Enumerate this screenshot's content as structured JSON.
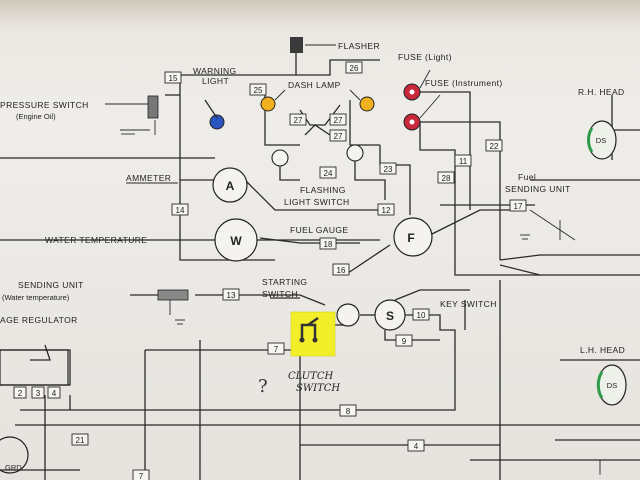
{
  "labels": {
    "flasher": "FLASHER",
    "fuse_light": "FUSE (Light)",
    "fuse_instrument": "FUSE (Instrument)",
    "warning_light_1": "WARNING",
    "warning_light_2": "LIGHT",
    "dash_lamp": "DASH LAMP",
    "pressure_switch": "PRESSURE SWITCH",
    "engine_oil": "(Engine Oil)",
    "rh_head": "R.H. HEAD",
    "ammeter": "AMMETER",
    "flashing_light_switch_1": "FLASHING",
    "flashing_light_switch_2": "LIGHT SWITCH",
    "fuel_sending_1": "Fuel",
    "fuel_sending_2": "SENDING UNIT",
    "water_temperature": "WATER TEMPERATURE",
    "fuel_gauge": "FUEL GAUGE",
    "sending_unit": "SENDING UNIT",
    "water_temperature_paren": "(Water temperature)",
    "starting_switch_1": "STARTING",
    "starting_switch_2": "SWITCH",
    "key_switch": "KEY SWITCH",
    "voltage_regulator": "AGE REGULATOR",
    "lh_head": "L.H. HEAD",
    "grd": "GRD",
    "gauge_a": "A",
    "gauge_w": "W",
    "gauge_f": "F",
    "key_s": "S",
    "lamp_ds_rh": "DS",
    "lamp_ds_lh": "DS"
  },
  "handwritten": {
    "clutch_1": "CLUTCH",
    "clutch_2": "SWITCH",
    "question": "?"
  },
  "wire_numbers": {
    "w26": "26",
    "w15": "15",
    "w25": "25",
    "w27a": "27",
    "w27b": "27",
    "w27c": "27",
    "w24": "24",
    "w23": "23",
    "w22": "22",
    "w11": "11",
    "w28": "28",
    "w14": "14",
    "w12": "12",
    "w17": "17",
    "w18": "18",
    "w16": "16",
    "w13": "13",
    "w10": "10",
    "w7": "7",
    "w9": "9",
    "w8": "8",
    "w21": "21",
    "w4": "4",
    "w7b": "7",
    "t2": "2",
    "t3": "3",
    "t4": "4"
  },
  "colors": {
    "paper": "#efedea",
    "ink": "#2a2a2a",
    "amber_lamp": "#f0b020",
    "red_lamp": "#c8283a",
    "blue_lamp": "#2a55c0",
    "sticky_note": "#f2ee2a",
    "lamp_green": "#2f9a4a"
  }
}
